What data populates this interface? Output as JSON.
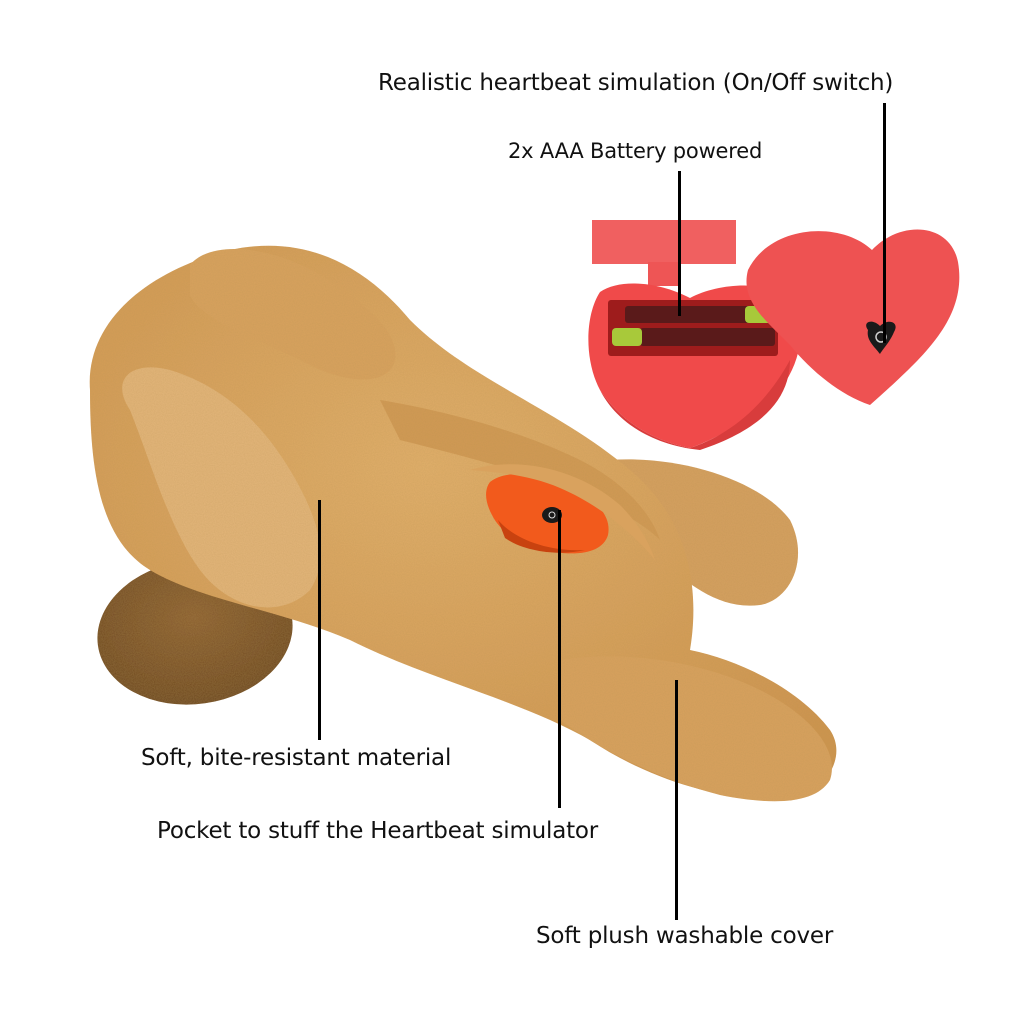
{
  "infographic": {
    "subject": "Plush dog toy with heartbeat simulator",
    "colors": {
      "background": "#ffffff",
      "plush_main": "#d9a25a",
      "plush_light": "#e3b577",
      "plush_shadow": "#b8823f",
      "tail_brown": "#7a5228",
      "heart_red": "#f04a4a",
      "heart_dark": "#d63838",
      "pocket_heart_orange": "#f25a1c",
      "battery_green": "#a8c93a",
      "battery_dark": "#5a1a1a",
      "switch_black": "#1a1a1a",
      "leader_line": "#000000"
    },
    "callouts": [
      {
        "id": "heartbeat",
        "text": "Realistic heartbeat simulation (On/Off switch)"
      },
      {
        "id": "battery",
        "text": "2x AAA Battery powered"
      },
      {
        "id": "material",
        "text": "Soft, bite-resistant material"
      },
      {
        "id": "pocket",
        "text": "Pocket to stuff the Heartbeat simulator"
      },
      {
        "id": "cover",
        "text": "Soft plush washable cover"
      }
    ]
  }
}
